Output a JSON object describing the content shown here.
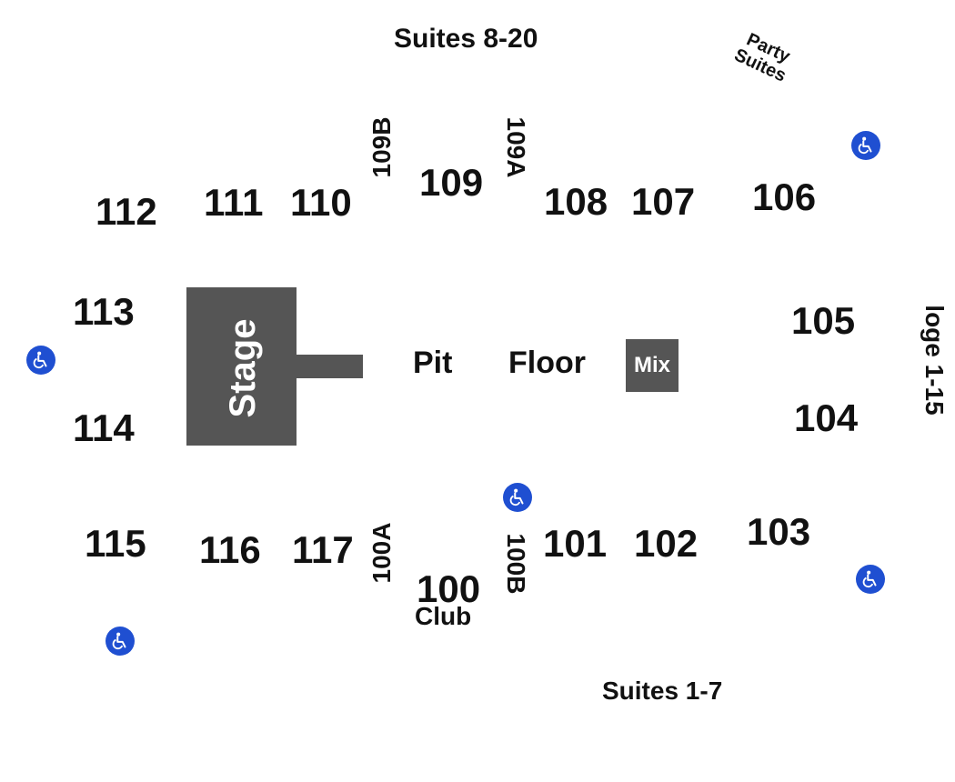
{
  "map": {
    "suites_top": "Suites 8-20",
    "suites_bottom": "Suites 1-7",
    "party_suites_line1": "Party",
    "party_suites_line2": "Suites",
    "loge": "loge 1-15",
    "stage": "Stage",
    "pit": "Pit",
    "floor": "Floor",
    "mix": "Mix",
    "club": "Club",
    "sections": {
      "s100": "100",
      "s100A": "100A",
      "s100B": "100B",
      "s101": "101",
      "s102": "102",
      "s103": "103",
      "s104": "104",
      "s105": "105",
      "s106": "106",
      "s107": "107",
      "s108": "108",
      "s109": "109",
      "s109A": "109A",
      "s109B": "109B",
      "s110": "110",
      "s111": "111",
      "s112": "112",
      "s113": "113",
      "s114": "114",
      "s115": "115",
      "s116": "116",
      "s117": "117"
    },
    "accessible_icon": "wheelchair-accessible-icon",
    "colors": {
      "stage": "#555555",
      "accessible": "#1f4fd1",
      "text": "#111111"
    }
  }
}
